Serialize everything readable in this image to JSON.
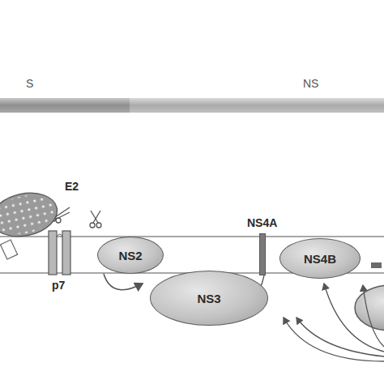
{
  "diagram": {
    "nodes": [
      {
        "text": [
          "E2"
        ]
      },
      {
        "text": [
          "p7"
        ]
      },
      {
        "text": [
          "NS2"
        ]
      },
      {
        "text": [
          "NS4A"
        ]
      },
      {
        "text": [
          "NS4B"
        ]
      },
      {
        "text": [
          "NS3"
        ]
      }
    ],
    "labels": [
      "S",
      "NS"
    ]
  }
}
